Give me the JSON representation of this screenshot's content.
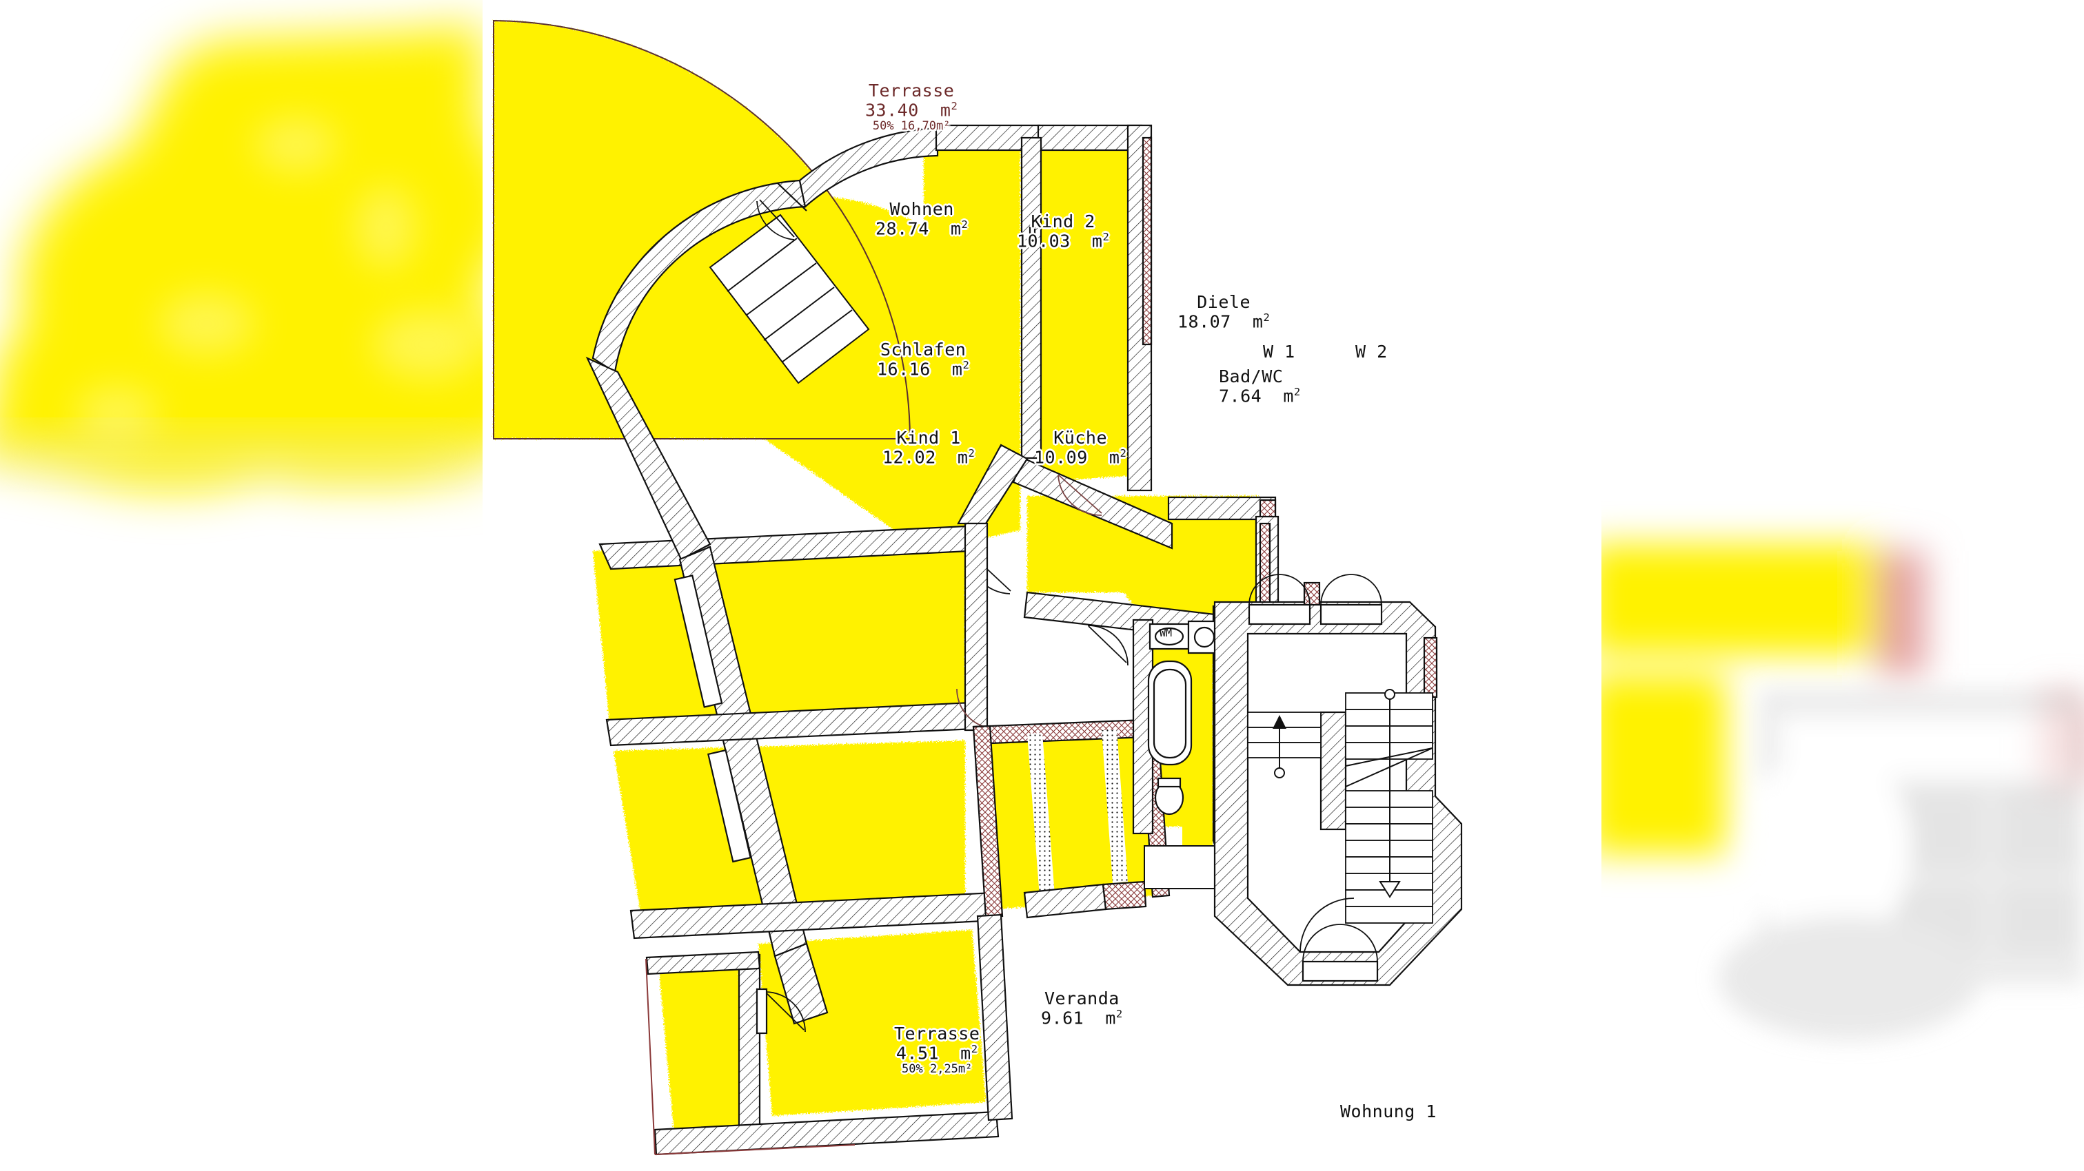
{
  "document": {
    "type": "floor-plan",
    "caption": "Wohnung 1",
    "fill_color": "#FFF200",
    "wall_color": "#111111",
    "new_wall_color": "#8B3A3A",
    "terrace_label_color": "#6D2A2A"
  },
  "rooms": [
    {
      "key": "terrasse_gross",
      "name": "Terrasse",
      "area": "33.40",
      "unit": "m",
      "exp": "2",
      "note": "50%  16,70m²",
      "color": "#6D2A2A"
    },
    {
      "key": "wohnen",
      "name": "Wohnen",
      "area": "28.74",
      "unit": "m",
      "exp": "2",
      "note": "",
      "color": "#111111"
    },
    {
      "key": "kind2",
      "name": "Kind  2",
      "area": "10.03",
      "unit": "m",
      "exp": "2",
      "note": "",
      "color": "#111111"
    },
    {
      "key": "diele",
      "name": "Diele",
      "area": "18.07",
      "unit": "m",
      "exp": "2",
      "note": "",
      "color": "#111111"
    },
    {
      "key": "schlafen",
      "name": "Schlafen",
      "area": "16.16",
      "unit": "m",
      "exp": "2",
      "note": "",
      "color": "#111111"
    },
    {
      "key": "bad_wc",
      "name": "Bad/WC",
      "area": "7.64",
      "unit": "m",
      "exp": "2",
      "note": "",
      "color": "#111111"
    },
    {
      "key": "kind1",
      "name": "Kind  1",
      "area": "12.02",
      "unit": "m",
      "exp": "2",
      "note": "",
      "color": "#111111"
    },
    {
      "key": "kueche",
      "name": "Küche",
      "area": "10.09",
      "unit": "m",
      "exp": "2",
      "note": "",
      "color": "#111111"
    },
    {
      "key": "veranda",
      "name": "Veranda",
      "area": "9.61",
      "unit": "m",
      "exp": "2",
      "note": "",
      "color": "#111111"
    },
    {
      "key": "terrasse_klein",
      "name": "Terrasse",
      "area": "4.51",
      "unit": "m",
      "exp": "2",
      "note": "50%  2,25m²",
      "color": "#111111"
    }
  ],
  "stairwell": {
    "unit_left_label": "W 1",
    "unit_right_label": "W 2",
    "up_arrow": "↑",
    "down_arrow": "↓"
  },
  "fixtures": {
    "washing_machine_label": "WM"
  },
  "caption": {
    "text": "Wohnung 1"
  }
}
